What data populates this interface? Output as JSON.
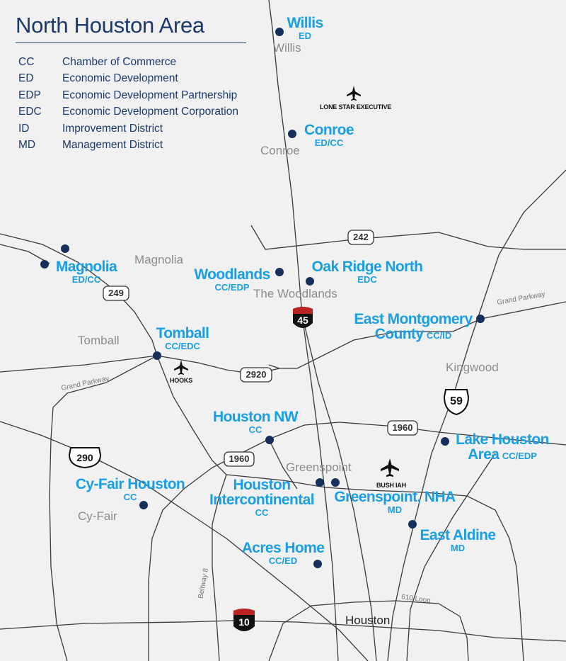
{
  "title": "North Houston Area",
  "legend": [
    {
      "abbr": "CC",
      "text": "Chamber of Commerce"
    },
    {
      "abbr": "ED",
      "text": "Economic Development"
    },
    {
      "abbr": "EDP",
      "text": "Economic Development Partnership"
    },
    {
      "abbr": "EDC",
      "text": "Economic Development Corporation"
    },
    {
      "abbr": "ID",
      "text": "Improvement District"
    },
    {
      "abbr": "MD",
      "text": "Management District"
    }
  ],
  "cities": {
    "willis": "Willis",
    "conroe": "Conroe",
    "magnolia": "Magnolia",
    "woodlands": "The Woodlands",
    "tomball": "Tomball",
    "kingwood": "Kingwood",
    "greenspoint": "Greenspoint",
    "cyfair": "Cy-Fair",
    "houston": "Houston"
  },
  "organizations": {
    "willis": {
      "name": "Willis",
      "tag": "ED"
    },
    "conroe": {
      "name": "Conroe",
      "tag": "ED/CC"
    },
    "magnolia": {
      "name": "Magnolia",
      "tag": "ED/CC"
    },
    "woodlands": {
      "name": "Woodlands",
      "tag": "CC/EDP"
    },
    "oakridge": {
      "name": "Oak Ridge North",
      "tag": "EDC"
    },
    "emc_line1": "East Montgomery",
    "emc_line2": "County",
    "emc_tag": "CC/ID",
    "tomball": {
      "name": "Tomball",
      "tag": "CC/EDC"
    },
    "houstonnw": {
      "name": "Houston NW",
      "tag": "CC"
    },
    "lakehouston_line1": "Lake Houston",
    "lakehouston_line2": "Area",
    "lakehouston_tag": "CC/EDP",
    "cyfair": {
      "name": "Cy-Fair Houston",
      "tag": "CC"
    },
    "hic_line1": "Houston",
    "hic_line2": "Intercontinental",
    "hic_tag": "CC",
    "greenspoint": {
      "name": "Greenspoint, NHA",
      "tag": "MD"
    },
    "eastaldine": {
      "name": "East Aldine",
      "tag": "MD"
    },
    "acreshome": {
      "name": "Acres Home",
      "tag": "CC/ED"
    }
  },
  "highways": {
    "h242": "242",
    "h249": "249",
    "h2920": "2920",
    "h1960a": "1960",
    "h1960b": "1960",
    "i45": "45",
    "us59": "59",
    "us290": "290",
    "i10": "10"
  },
  "road_labels": {
    "grand_parkway_ne": "Grand Parkway",
    "grand_parkway_w": "Grand Parkway",
    "beltway8": "Beltway 8",
    "loop610": "610 Loop"
  },
  "airports": {
    "lonestar": "LONE STAR EXECUTIVE",
    "hooks": "HOOKS",
    "bushiah": "BUSH IAH"
  },
  "colors": {
    "background": "#f1f1f1",
    "title": "#1b3a6b",
    "organization": "#1a9fe3",
    "dot": "#15305c",
    "city": "#8c8c8c",
    "road": "#3a3a3a"
  }
}
